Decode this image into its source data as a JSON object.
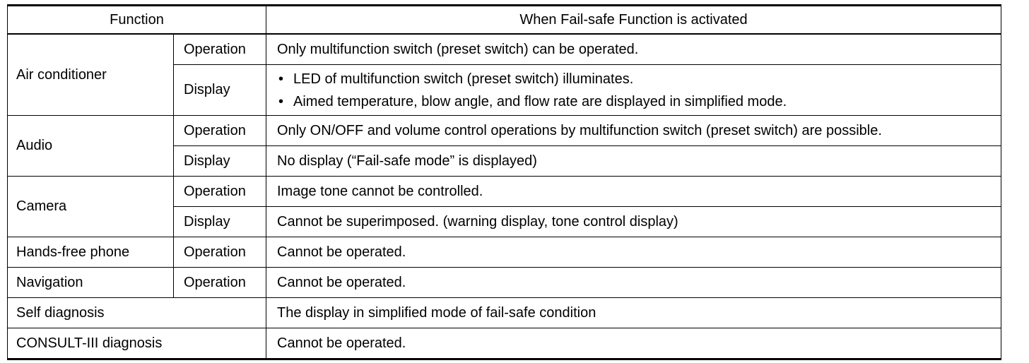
{
  "table": {
    "headers": {
      "function": "Function",
      "activated": "When Fail-safe Function is activated"
    },
    "air_conditioner": {
      "label": "Air conditioner",
      "operation_label": "Operation",
      "operation_text": "Only multifunction switch (preset switch) can be operated.",
      "display_label": "Display",
      "display_bullets": [
        "LED of multifunction switch (preset switch) illuminates.",
        "Aimed temperature, blow angle, and flow rate are displayed in simplified mode."
      ]
    },
    "audio": {
      "label": "Audio",
      "operation_label": "Operation",
      "operation_text": "Only ON/OFF and volume control operations by multifunction switch (preset switch) are possible.",
      "display_label": "Display",
      "display_text": "No display (“Fail-safe mode” is displayed)"
    },
    "camera": {
      "label": "Camera",
      "operation_label": "Operation",
      "operation_text": "Image tone cannot be controlled.",
      "display_label": "Display",
      "display_text": "Cannot be superimposed. (warning display, tone control display)"
    },
    "hands_free_phone": {
      "label": "Hands-free phone",
      "operation_label": "Operation",
      "operation_text": "Cannot be operated."
    },
    "navigation": {
      "label": "Navigation",
      "operation_label": "Operation",
      "operation_text": "Cannot be operated."
    },
    "self_diagnosis": {
      "label": "Self diagnosis",
      "text": "The display in simplified mode of fail-safe condition"
    },
    "consult_diagnosis": {
      "label": "CONSULT-III diagnosis",
      "text": "Cannot be operated."
    }
  }
}
